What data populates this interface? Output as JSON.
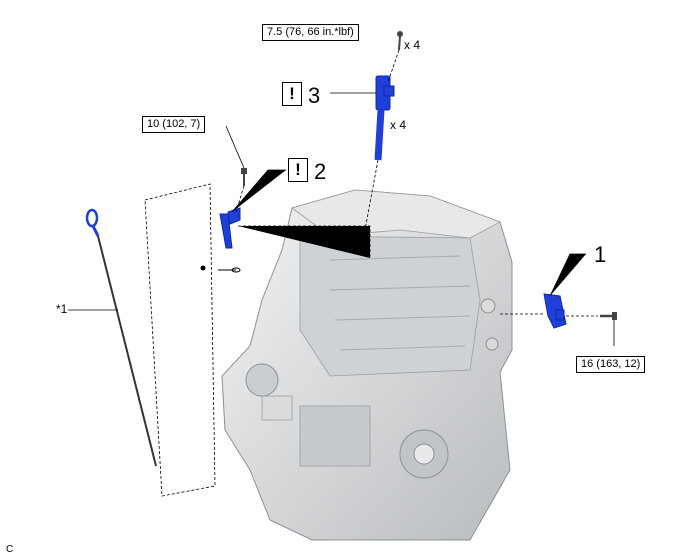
{
  "callouts": {
    "item1": "1",
    "item2": "2",
    "item3": "3",
    "item_star1": "*1",
    "warning_glyph": "!"
  },
  "torques": {
    "coil_bolt": "7.5 (76, 66 in.*lbf)",
    "bracket_bolt": "10 (102, 7)",
    "side_bolt": "16 (163, 12)"
  },
  "quantities": {
    "coil_bolt": "x 4",
    "coil": "x 4"
  },
  "footer": {
    "code": "C"
  },
  "colors": {
    "part_blue": "#1f3fd8",
    "engine_gray": "#d6d8da",
    "line": "#000000"
  }
}
